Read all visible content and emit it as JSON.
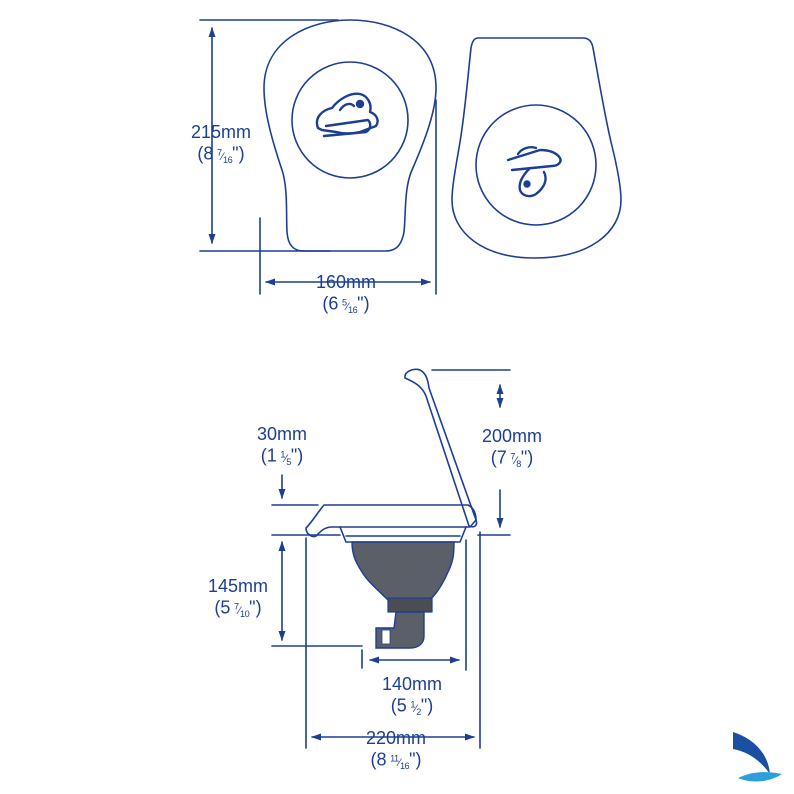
{
  "colors": {
    "line": "#1c3f94",
    "fill_body": "#5b5f67",
    "fill_dark": "#4a4d55",
    "logo_blue": "#1a4fa3",
    "logo_cyan": "#2aa0dc"
  },
  "icons": {
    "seat_logo": "seal-mascot-icon",
    "brand": "sail-logo-icon"
  },
  "dimensions": {
    "height_top": {
      "mm": "215mm",
      "whole": "8",
      "frac_num": "7",
      "frac_den": "16",
      "inch": "\""
    },
    "width_top": {
      "mm": "160mm",
      "whole": "6",
      "frac_num": "5",
      "frac_den": "16",
      "inch": "\""
    },
    "lid_open": {
      "mm": "200mm",
      "whole": "7",
      "frac_num": "7",
      "frac_den": "8",
      "inch": "\""
    },
    "seat_height": {
      "mm": "30mm",
      "whole": "1",
      "frac_num": "1",
      "frac_den": "5",
      "inch": "\""
    },
    "bowl_height": {
      "mm": "145mm",
      "whole": "5",
      "frac_num": "7",
      "frac_den": "10",
      "inch": "\""
    },
    "base_width": {
      "mm": "140mm",
      "whole": "5",
      "frac_num": "1",
      "frac_den": "2",
      "inch": "\""
    },
    "total_width": {
      "mm": "220mm",
      "whole": "8",
      "frac_num": "11",
      "frac_den": "16",
      "inch": "\""
    }
  }
}
